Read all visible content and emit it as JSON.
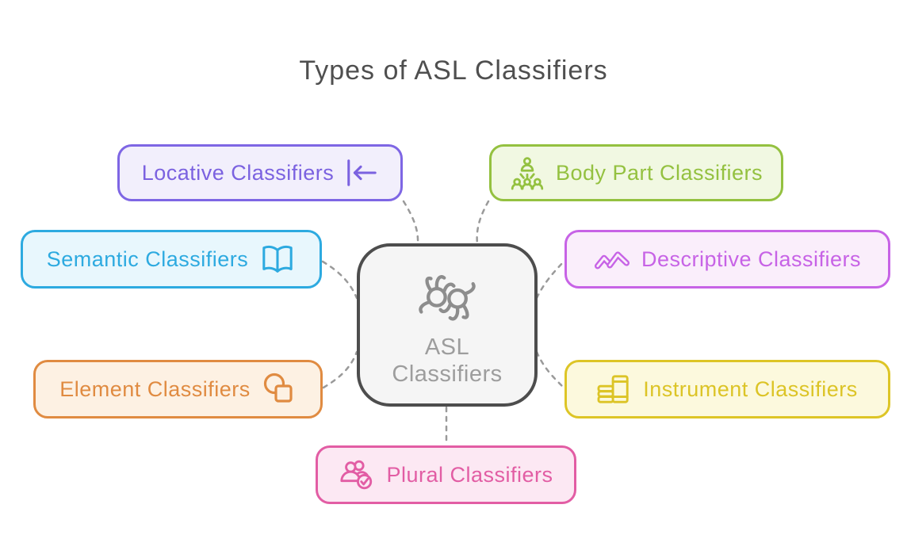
{
  "title": "Types of ASL Classifiers",
  "connector_color": "#9a9a9a",
  "center": {
    "label_line1": "ASL",
    "label_line2": "Classifiers",
    "icon": "sign-language-hands-icon",
    "colors": {
      "border": "#4d4d4d",
      "bg": "#f5f5f5",
      "color": "#9d9d9d"
    },
    "icon_color": "#8d8d8d"
  },
  "nodes": {
    "locative": {
      "label": "Locative Classifiers",
      "icon": "arrow-to-bar-left-icon",
      "colors": {
        "border": "#7e66e4",
        "bg": "#f2effc",
        "color": "#7b62e0"
      }
    },
    "body_part": {
      "label": "Body Part Classifiers",
      "icon": "people-hierarchy-icon",
      "colors": {
        "border": "#94c140",
        "bg": "#f1f8e2",
        "color": "#94c140"
      }
    },
    "semantic": {
      "label": "Semantic Classifiers",
      "icon": "open-book-icon",
      "colors": {
        "border": "#2daae0",
        "bg": "#e8f7fd",
        "color": "#2daae0"
      }
    },
    "descriptive": {
      "label": "Descriptive Classifiers",
      "icon": "double-chevron-peaks-icon",
      "colors": {
        "border": "#c763e6",
        "bg": "#faeefb",
        "color": "#c763e6"
      }
    },
    "element": {
      "label": "Element Classifiers",
      "icon": "circle-square-shapes-icon",
      "colors": {
        "border": "#e08b41",
        "bg": "#fdf1e3",
        "color": "#e08b41"
      }
    },
    "instrument": {
      "label": "Instrument Classifiers",
      "icon": "books-stack-icon",
      "colors": {
        "border": "#ddc526",
        "bg": "#fcf9dd",
        "color": "#dcc426"
      }
    },
    "plural": {
      "label": "Plural Classifiers",
      "icon": "users-check-icon",
      "colors": {
        "border": "#e25da4",
        "bg": "#fce8f3",
        "color": "#e25da4"
      }
    }
  }
}
